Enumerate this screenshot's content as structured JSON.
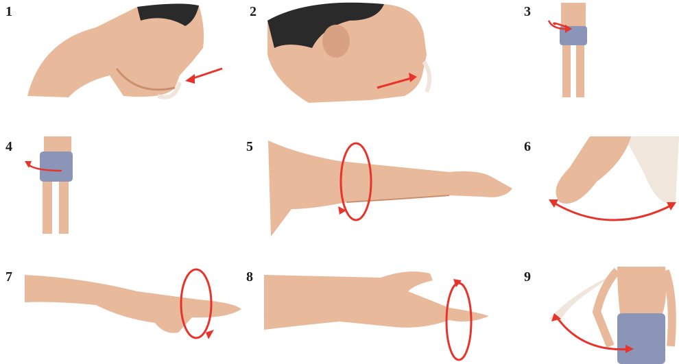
{
  "panels": [
    {
      "number": "1",
      "subject": "head-profile-jaw-retract"
    },
    {
      "number": "2",
      "subject": "head-profile-jaw-protract"
    },
    {
      "number": "3",
      "subject": "standing-legs-rotation"
    },
    {
      "number": "4",
      "subject": "standing-legs-rotation"
    },
    {
      "number": "5",
      "subject": "arm-rotation"
    },
    {
      "number": "6",
      "subject": "foot-swing"
    },
    {
      "number": "7",
      "subject": "forearm-pronation"
    },
    {
      "number": "8",
      "subject": "forearm-supination"
    },
    {
      "number": "9",
      "subject": "torso-arm-swing"
    }
  ],
  "colors": {
    "skin": "#e8b99a",
    "skin_shadow": "#c98f6e",
    "hair": "#2a2a2a",
    "shorts": "#8a95b8",
    "arrow": "#e8332a",
    "ghost": "#f0e6dc"
  }
}
